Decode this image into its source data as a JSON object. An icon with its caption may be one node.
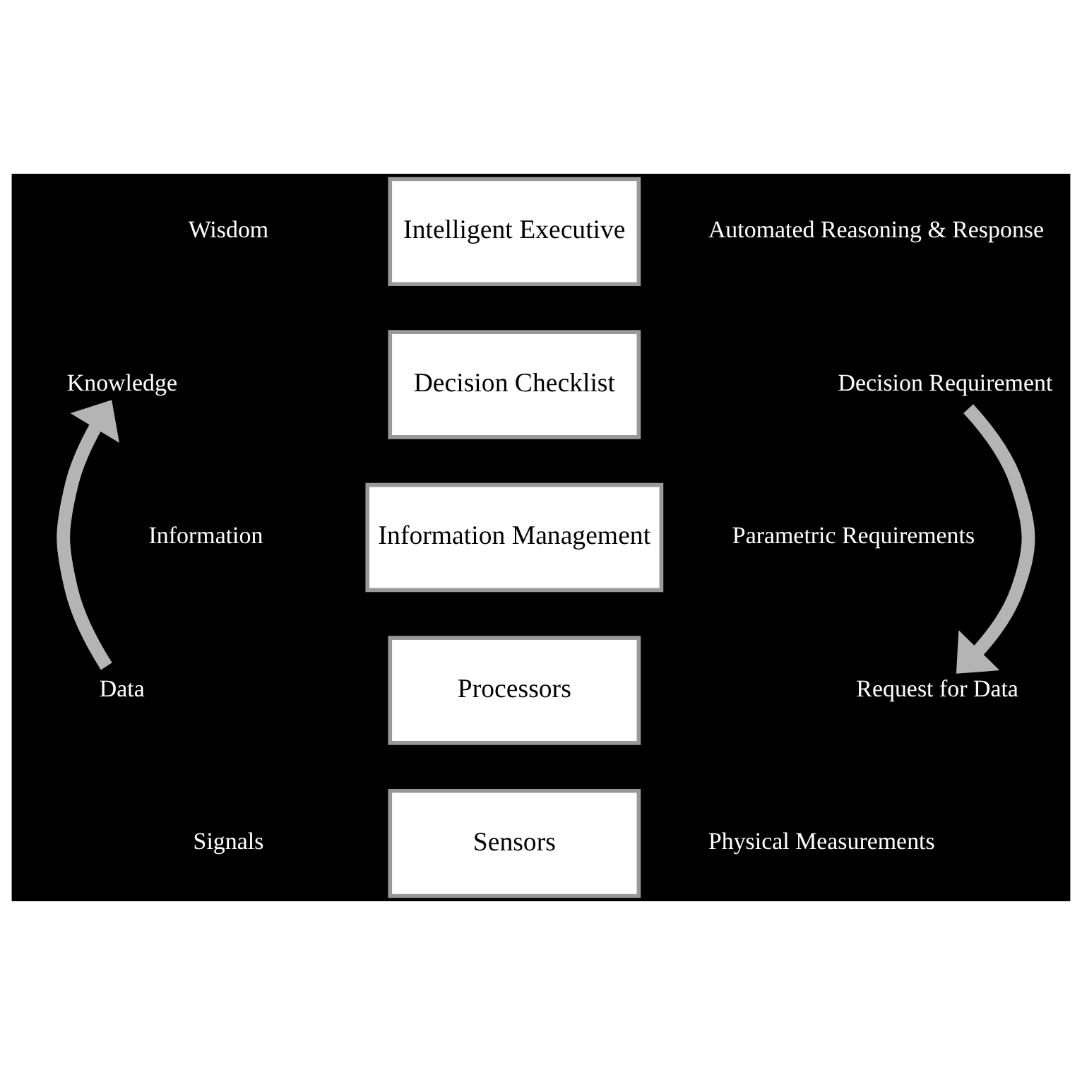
{
  "diagram": {
    "nodes": [
      {
        "text": [
          "Wisdom"
        ]
      },
      {
        "text": [
          "Intelligent Executive"
        ]
      },
      {
        "text": [
          "Automated Reasoning & Response"
        ]
      },
      {
        "text": [
          "Knowledge"
        ]
      },
      {
        "text": [
          "Decision Checklist"
        ]
      },
      {
        "text": [
          "Decision Requirement"
        ]
      },
      {
        "text": [
          "Information"
        ]
      },
      {
        "text": [
          "Information Management"
        ]
      },
      {
        "text": [
          "Parametric Requirements"
        ]
      },
      {
        "text": [
          "Data"
        ]
      },
      {
        "text": [
          "Processors"
        ]
      },
      {
        "text": [
          "Request for Data"
        ]
      },
      {
        "text": [
          "Signals"
        ]
      },
      {
        "text": [
          "Sensors"
        ]
      },
      {
        "text": [
          "Physical Measurements"
        ]
      }
    ],
    "edges": [
      {
        "from": 9,
        "to": 3,
        "arrow": "to"
      },
      {
        "from": 5,
        "to": 11,
        "arrow": "to"
      }
    ]
  }
}
